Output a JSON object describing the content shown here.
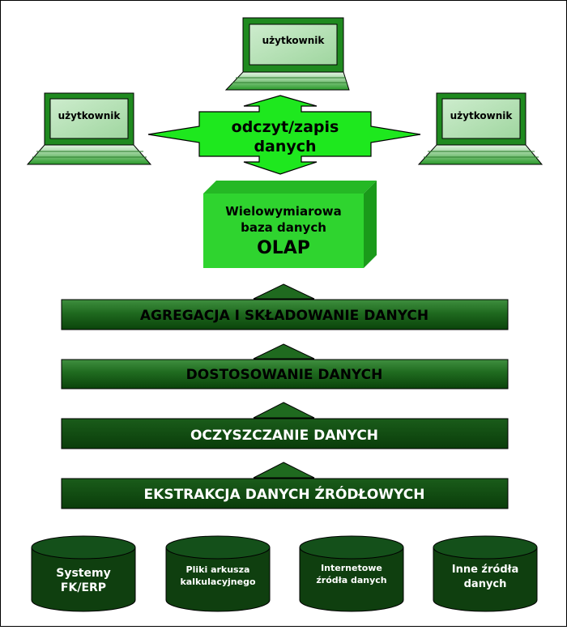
{
  "users": {
    "top": "użytkownik",
    "left": "użytkownik",
    "right": "użytkownik"
  },
  "readwrite": {
    "line1": "odczyt/zapis",
    "line2": "danych"
  },
  "olap": {
    "line1": "Wielowymiarowa",
    "line2": "baza danych",
    "line3": "OLAP"
  },
  "layers": [
    {
      "label": "AGREGACJA I SKŁADOWANIE DANYCH",
      "style": "light"
    },
    {
      "label": "DOSTOSOWANIE DANYCH",
      "style": "light"
    },
    {
      "label": "OCZYSZCZANIE DANYCH",
      "style": "dark"
    },
    {
      "label": "EKSTRAKCJA DANYCH ŹRÓDŁOWYCH",
      "style": "dark"
    }
  ],
  "sources": [
    {
      "line1": "Systemy",
      "line2": "FK/ERP"
    },
    {
      "line1": "Pliki arkusza",
      "line2": "kalkulacyjnego"
    },
    {
      "line1": "Internetowe",
      "line2": "źródła danych"
    },
    {
      "line1": "Inne źródła",
      "line2": "danych"
    }
  ],
  "colors": {
    "bright_green": "#1ee81e",
    "olap_green": "#2fd42f",
    "olap_side": "#1a9a1a",
    "layer_light_top": "#3c8c3c",
    "layer_light_bottom": "#0f4f0f",
    "layer_dark": "#0d4a0d",
    "cylinder": "#0f3f0f",
    "laptop_light": "#c8ecc8",
    "laptop_dark": "#1f8a1f"
  }
}
